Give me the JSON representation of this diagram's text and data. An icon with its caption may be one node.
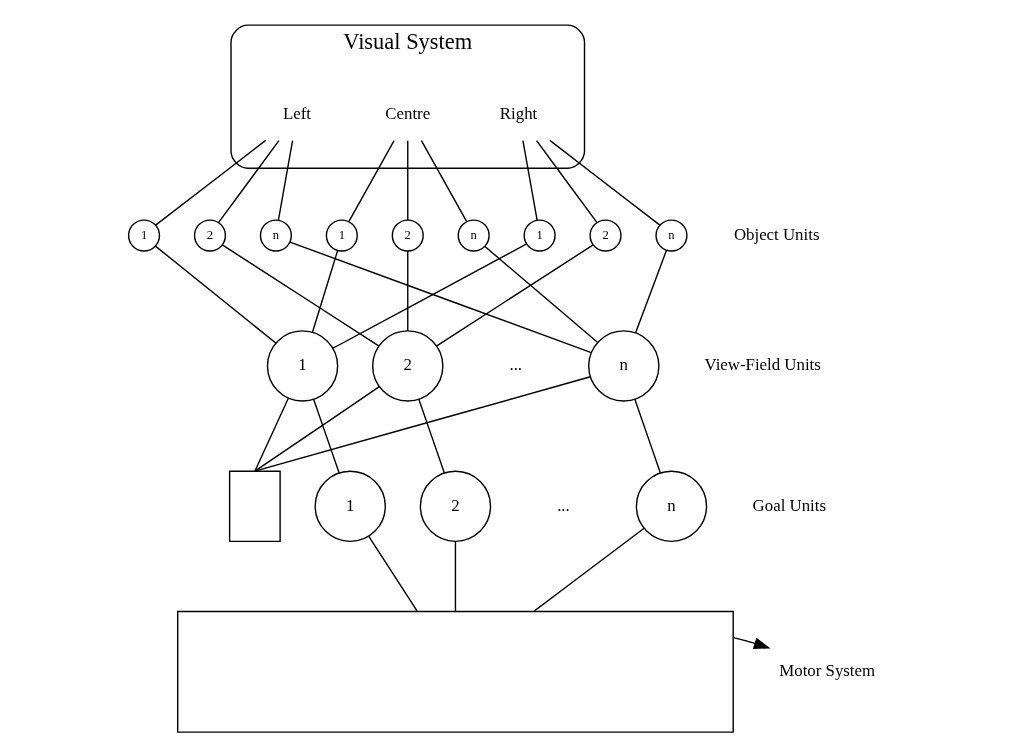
{
  "diagram": {
    "nodes": [
      {
        "text": [
          "Visual System"
        ]
      },
      {
        "text": [
          "Left"
        ],
        "in": 0
      },
      {
        "text": [
          "Centre"
        ],
        "in": 0
      },
      {
        "text": [
          "Right"
        ],
        "in": 0
      },
      {
        "text": [
          "1"
        ]
      },
      {
        "text": [
          "2"
        ]
      },
      {
        "text": [
          "n"
        ]
      },
      {
        "text": [
          "1"
        ]
      },
      {
        "text": [
          "2"
        ]
      },
      {
        "text": [
          "n"
        ]
      },
      {
        "text": [
          "1"
        ]
      },
      {
        "text": [
          "2"
        ]
      },
      {
        "text": [
          "n"
        ]
      },
      {
        "text": [
          "1"
        ]
      },
      {
        "text": [
          "2"
        ]
      },
      {
        "text": [
          "n"
        ]
      },
      {
        "text": [],
        "shape": "box"
      },
      {
        "text": [
          "1"
        ]
      },
      {
        "text": [
          "2"
        ]
      },
      {
        "text": [
          "n"
        ]
      },
      {
        "text": [],
        "shape": "box"
      },
      {
        "text": [
          "Motor System"
        ]
      }
    ],
    "edges": [
      {
        "from": 1,
        "to": 4,
        "arrow": "none"
      },
      {
        "from": 1,
        "to": 5,
        "arrow": "none"
      },
      {
        "from": 1,
        "to": 6,
        "arrow": "none"
      },
      {
        "from": 2,
        "to": 7,
        "arrow": "none"
      },
      {
        "from": 2,
        "to": 8,
        "arrow": "none"
      },
      {
        "from": 2,
        "to": 9,
        "arrow": "none"
      },
      {
        "from": 3,
        "to": 10,
        "arrow": "none"
      },
      {
        "from": 3,
        "to": 11,
        "arrow": "none"
      },
      {
        "from": 3,
        "to": 12,
        "arrow": "none"
      },
      {
        "from": 4,
        "to": 13,
        "arrow": "none"
      },
      {
        "from": 7,
        "to": 13,
        "arrow": "none"
      },
      {
        "from": 10,
        "to": 13,
        "arrow": "none"
      },
      {
        "from": 5,
        "to": 14,
        "arrow": "none"
      },
      {
        "from": 8,
        "to": 14,
        "arrow": "none"
      },
      {
        "from": 11,
        "to": 14,
        "arrow": "none"
      },
      {
        "from": 6,
        "to": 15,
        "arrow": "none"
      },
      {
        "from": 9,
        "to": 15,
        "arrow": "none"
      },
      {
        "from": 12,
        "to": 15,
        "arrow": "none"
      },
      {
        "from": 13,
        "to": 16,
        "arrow": "none"
      },
      {
        "from": 14,
        "to": 16,
        "arrow": "none"
      },
      {
        "from": 15,
        "to": 16,
        "arrow": "none"
      },
      {
        "from": 13,
        "to": 17,
        "arrow": "none"
      },
      {
        "from": 14,
        "to": 18,
        "arrow": "none"
      },
      {
        "from": 15,
        "to": 19,
        "arrow": "none"
      },
      {
        "from": 17,
        "to": 20,
        "arrow": "none"
      },
      {
        "from": 18,
        "to": 20,
        "arrow": "none"
      },
      {
        "from": 19,
        "to": 20,
        "arrow": "none"
      },
      {
        "from": 20,
        "to": 21,
        "arrow": "to"
      }
    ],
    "labels": [
      "Object Units",
      "View-Field Units",
      "...",
      "Goal Units",
      "..."
    ]
  }
}
